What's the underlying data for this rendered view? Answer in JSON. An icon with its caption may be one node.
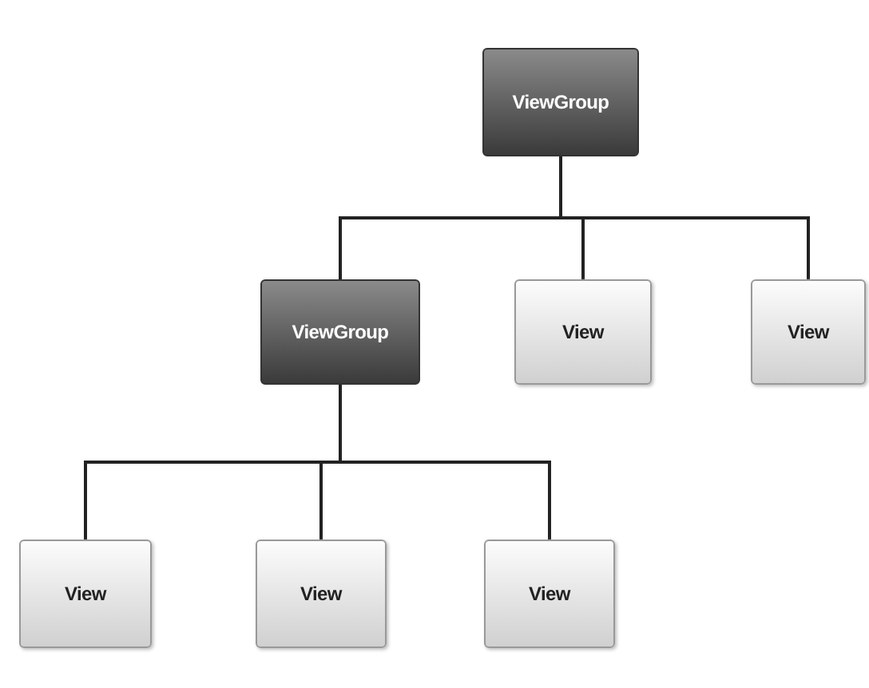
{
  "diagram": {
    "nodes": [
      {
        "text": [
          "ViewGroup"
        ]
      },
      {
        "text": [
          "ViewGroup"
        ]
      },
      {
        "text": [
          "View"
        ]
      },
      {
        "text": [
          "View"
        ]
      },
      {
        "text": [
          "View"
        ]
      },
      {
        "text": [
          "View"
        ]
      },
      {
        "text": [
          "View"
        ]
      }
    ],
    "edges": [
      {
        "from": 0,
        "to": 1,
        "arrow": "none"
      },
      {
        "from": 0,
        "to": 2,
        "arrow": "none"
      },
      {
        "from": 0,
        "to": 3,
        "arrow": "none"
      },
      {
        "from": 1,
        "to": 4,
        "arrow": "none"
      },
      {
        "from": 1,
        "to": 5,
        "arrow": "none"
      },
      {
        "from": 1,
        "to": 6,
        "arrow": "none"
      }
    ]
  }
}
